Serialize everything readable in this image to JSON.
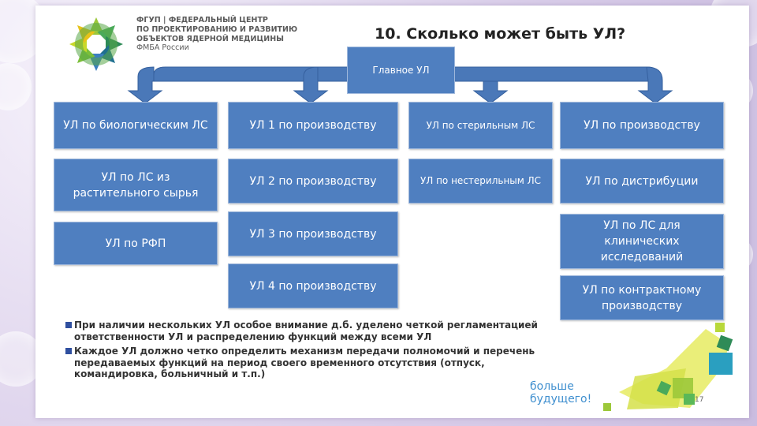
{
  "org": {
    "lines": [
      "ФГУП | ФЕДЕРАЛЬНЫЙ ЦЕНТР",
      "ПО ПРОЕКТИРОВАНИЮ И РАЗВИТИЮ",
      "ОБЪЕКТОВ ЯДЕРНОЙ МЕДИЦИНЫ",
      "ФМБА России"
    ]
  },
  "title": "10. Сколько может быть УЛ?",
  "main_box": "Главное УЛ",
  "columns": [
    [
      "УЛ по биологическим ЛС",
      "УЛ по ЛС из растительного сырья",
      "УЛ по РФП"
    ],
    [
      "УЛ 1 по производству",
      "УЛ 2 по производству",
      "УЛ 3 по производству",
      "УЛ 4 по производству"
    ],
    [
      "УЛ по стерильным ЛС",
      "УЛ по нестерильным ЛС"
    ],
    [
      "УЛ по производству",
      "УЛ по дистрибуции",
      "УЛ по ЛС для клинических исследований",
      "УЛ по контрактному производству"
    ]
  ],
  "bullets": [
    "При наличии нескольких УЛ особое внимание д.б. уделено четкой регламентацией ответственности УЛ и распределению функций между всеми УЛ",
    "Каждое УЛ должно четко определить механизм передачи полномочий и перечень передаваемых функций на период своего временного отсутствия (отпуск, командировка, больничный и т.п.)"
  ],
  "slogan": [
    "больше",
    "будущего!"
  ],
  "page_number": "17",
  "colors": {
    "box_fill": "#4f7fc0",
    "arrow_fill": "#4a78b8",
    "bullet_square": "#2f4f9f",
    "slogan": "#3f8fcf"
  },
  "icons": [
    "logo-icon",
    "decorative-squares-icon"
  ]
}
